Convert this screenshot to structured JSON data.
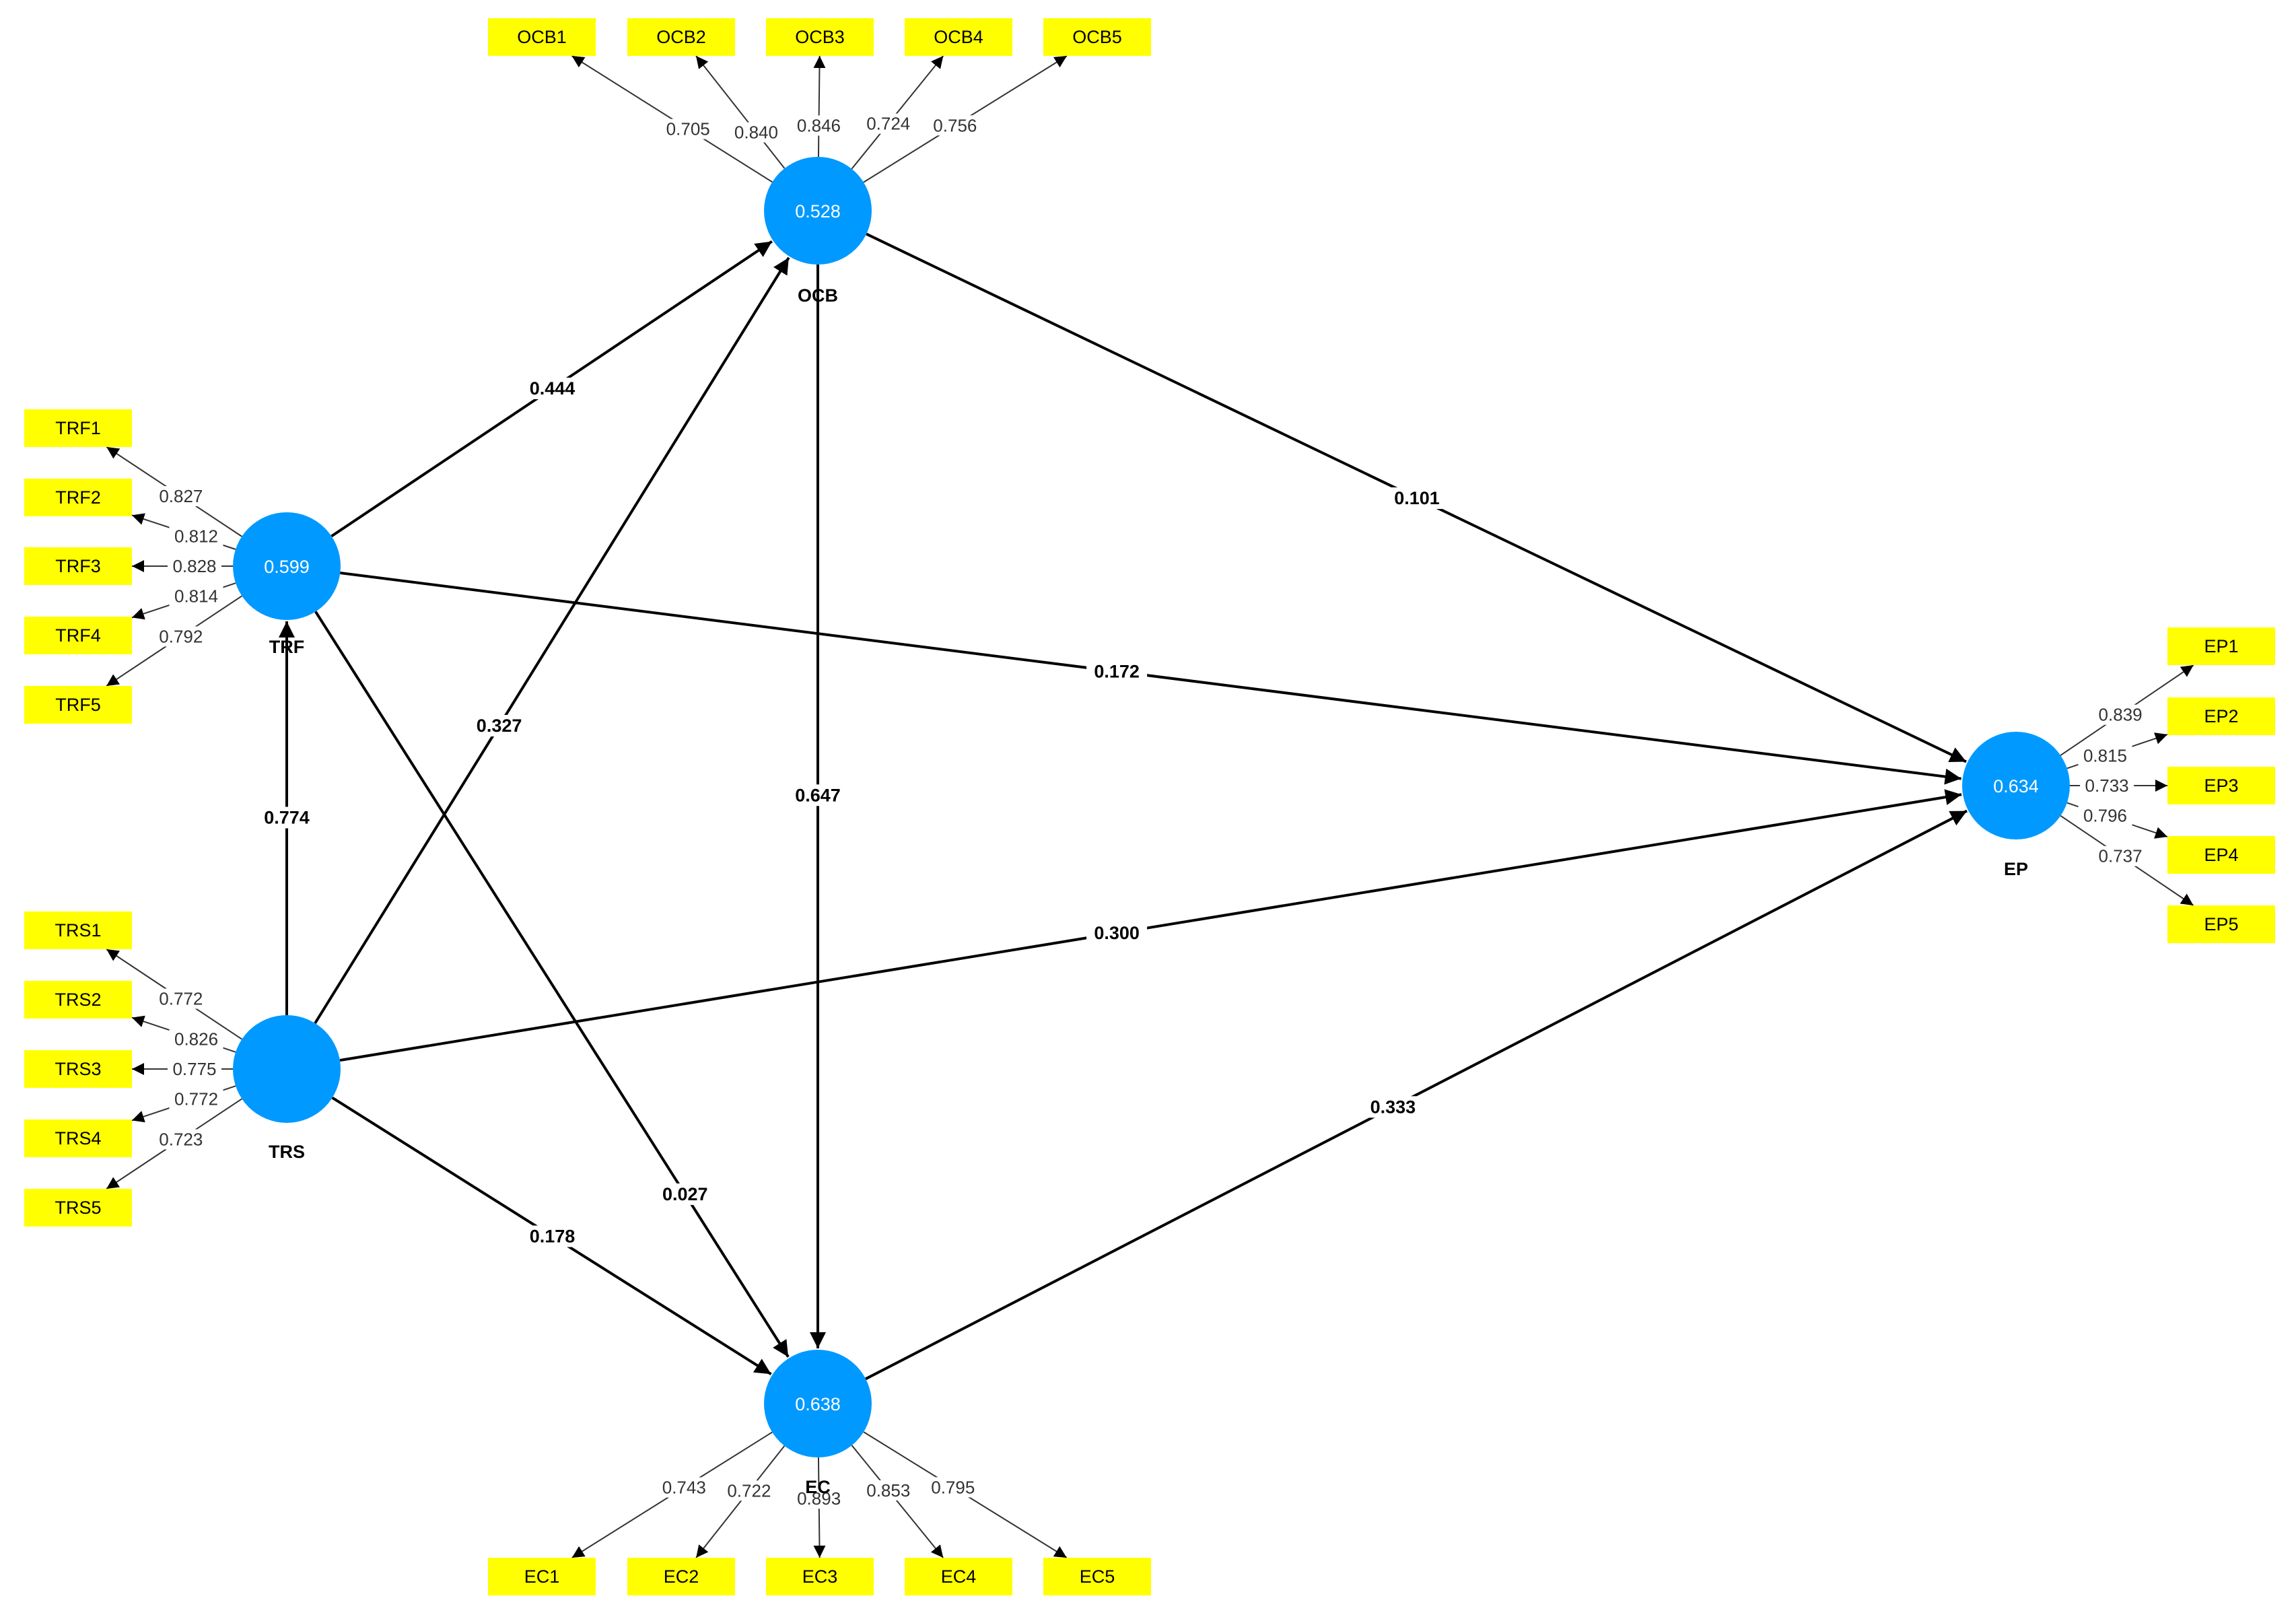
{
  "diagram": {
    "constructs": [
      {
        "id": "OCB",
        "label": "OCB",
        "value": "0.528"
      },
      {
        "id": "TRF",
        "label": "TRF",
        "value": "0.599"
      },
      {
        "id": "TRS",
        "label": "TRS",
        "value": ""
      },
      {
        "id": "EC",
        "label": "EC",
        "value": "0.638"
      },
      {
        "id": "EP",
        "label": "EP",
        "value": "0.634"
      }
    ],
    "indicators": {
      "OCB": [
        {
          "label": "OCB1",
          "loading": "0.705"
        },
        {
          "label": "OCB2",
          "loading": "0.840"
        },
        {
          "label": "OCB3",
          "loading": "0.846"
        },
        {
          "label": "OCB4",
          "loading": "0.724"
        },
        {
          "label": "OCB5",
          "loading": "0.756"
        }
      ],
      "TRF": [
        {
          "label": "TRF1",
          "loading": "0.827"
        },
        {
          "label": "TRF2",
          "loading": "0.812"
        },
        {
          "label": "TRF3",
          "loading": "0.828"
        },
        {
          "label": "TRF4",
          "loading": "0.814"
        },
        {
          "label": "TRF5",
          "loading": "0.792"
        }
      ],
      "TRS": [
        {
          "label": "TRS1",
          "loading": "0.772"
        },
        {
          "label": "TRS2",
          "loading": "0.826"
        },
        {
          "label": "TRS3",
          "loading": "0.775"
        },
        {
          "label": "TRS4",
          "loading": "0.772"
        },
        {
          "label": "TRS5",
          "loading": "0.723"
        }
      ],
      "EC": [
        {
          "label": "EC1",
          "loading": "0.743"
        },
        {
          "label": "EC2",
          "loading": "0.722"
        },
        {
          "label": "EC3",
          "loading": "0.893"
        },
        {
          "label": "EC4",
          "loading": "0.853"
        },
        {
          "label": "EC5",
          "loading": "0.795"
        }
      ],
      "EP": [
        {
          "label": "EP1",
          "loading": "0.839"
        },
        {
          "label": "EP2",
          "loading": "0.815"
        },
        {
          "label": "EP3",
          "loading": "0.733"
        },
        {
          "label": "EP4",
          "loading": "0.796"
        },
        {
          "label": "EP5",
          "loading": "0.737"
        }
      ]
    },
    "paths": [
      {
        "from": "TRF",
        "to": "OCB",
        "coef": "0.444"
      },
      {
        "from": "OCB",
        "to": "EP",
        "coef": "0.101"
      },
      {
        "from": "TRF",
        "to": "EP",
        "coef": "0.172"
      },
      {
        "from": "TRS",
        "to": "OCB",
        "coef": "0.327"
      },
      {
        "from": "OCB",
        "to": "EC",
        "coef": "0.647"
      },
      {
        "from": "TRS",
        "to": "TRF",
        "coef": "0.774"
      },
      {
        "from": "TRS",
        "to": "EP",
        "coef": "0.300"
      },
      {
        "from": "TRF",
        "to": "EC",
        "coef": "0.027"
      },
      {
        "from": "EC",
        "to": "EP",
        "coef": "0.333"
      },
      {
        "from": "TRS",
        "to": "EC",
        "coef": "0.178"
      }
    ]
  },
  "colors": {
    "construct_fill": "#0099ff",
    "indicator_fill": "#ffff00",
    "path_line": "#000000",
    "loading_line": "#333333"
  }
}
